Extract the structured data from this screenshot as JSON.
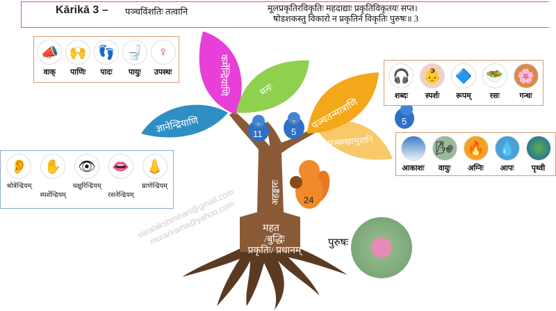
{
  "header": {
    "title": "Kārikā 3 –",
    "subtitle": "पञ्चविंशतिः तत्वानि",
    "verse_line1": "मूलप्रकृतिरविकृतिः महदाद्याः प्रकृतिविकृतयः सप्त।",
    "verse_line2": "षोडशकस्तु विकारो न प्रकृतिर्न विकृतिः पुरुषः॥ 3"
  },
  "karmendriya": {
    "items": [
      {
        "label": "वाक्",
        "icon": "megaphone-icon"
      },
      {
        "label": "पाणिः",
        "icon": "hands-icon"
      },
      {
        "label": "पादः",
        "icon": "feet-icon"
      },
      {
        "label": "पायुः",
        "icon": "toilet-icon"
      },
      {
        "label": "उपस्थः",
        "icon": "uterus-icon"
      }
    ]
  },
  "jnanendriya": {
    "items": [
      {
        "label": "श्रोत्रेन्द्रियम्",
        "icon": "ear-icon"
      },
      {
        "label": "स्पर्शेन्द्रियम्",
        "icon": "hand-icon"
      },
      {
        "label": "चक्षुरिन्द्रियम्",
        "icon": "eye-icon"
      },
      {
        "label": "रसनेन्द्रियम्",
        "icon": "tongue-icon"
      },
      {
        "label": "घ्राणेन्द्रियम्",
        "icon": "nose-icon"
      }
    ]
  },
  "tanmatra": {
    "items": [
      {
        "label": "शब्दः",
        "icon": "headphones-icon"
      },
      {
        "label": "स्पर्शः",
        "icon": "touch-icon"
      },
      {
        "label": "रूपम्",
        "icon": "shapes-icon"
      },
      {
        "label": "रसः",
        "icon": "food-icon"
      },
      {
        "label": "गन्धः",
        "icon": "smell-icon"
      }
    ]
  },
  "mahabhuta": {
    "items": [
      {
        "label": "आकाशः",
        "icon": "sky-icon"
      },
      {
        "label": "वायुः",
        "icon": "wind-icon"
      },
      {
        "label": "अग्निः",
        "icon": "fire-icon"
      },
      {
        "label": "आपः",
        "icon": "water-icon"
      },
      {
        "label": "पृथ्वी",
        "icon": "earth-icon"
      }
    ]
  },
  "tree": {
    "leaf_karmendriyani": "कर्मेन्द्रियाणि",
    "leaf_manas": "मनः",
    "leaf_jnanendriyani": "ज्ञानेन्द्रियाणि",
    "leaf_tanmatrani": "पञ्चतन्मात्राणि",
    "leaf_mahabhutani": "पञ्चमहाभूतानि",
    "ahankara": "अहङ्कारः",
    "mahat": "महत",
    "buddhi": "/बुद्धिः",
    "prakriti": "प्रकृतिः/ प्रधानम्",
    "bird1": "11",
    "bird2": "5",
    "bird3": "5",
    "squirrel": "24"
  },
  "purusha": "पुरुषः",
  "watermark": {
    "line1": "varalakshmihari@gmail.com",
    "line2": "murarirama@yahoo.com"
  },
  "colors": {
    "magenta": "#e83fd8",
    "green": "#8fd14f",
    "blue": "#2f8fc4",
    "orange": "#f3a81a",
    "light_orange": "#f8c86a",
    "trunk": "#8a5a36",
    "roots": "#5a3a22"
  }
}
